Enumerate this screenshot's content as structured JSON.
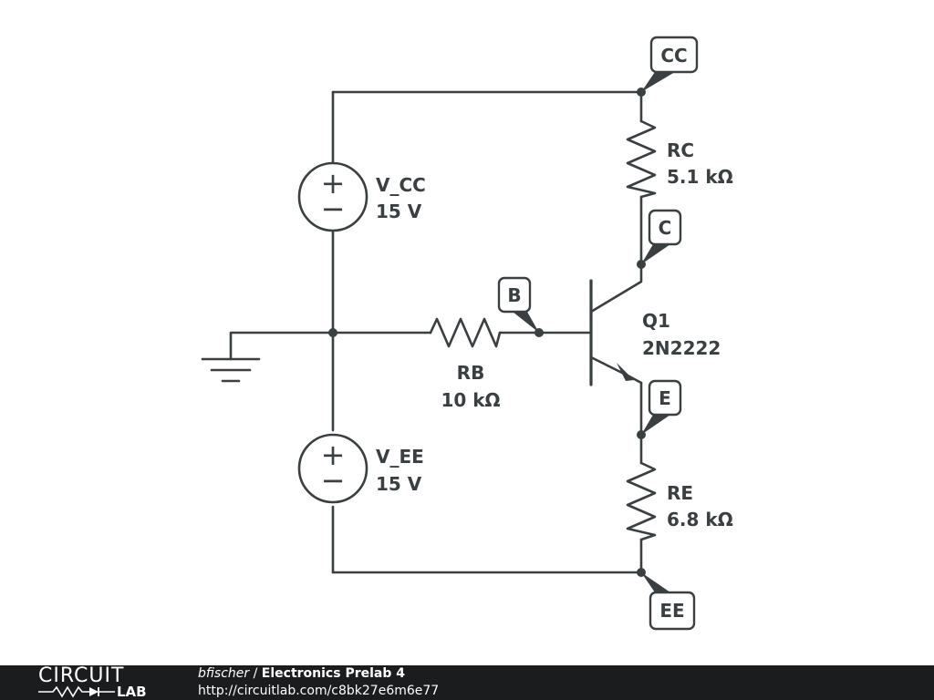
{
  "schematic": {
    "sources": {
      "vcc": {
        "name": "V_CC",
        "value": "15 V"
      },
      "vee": {
        "name": "V_EE",
        "value": "15 V"
      }
    },
    "resistors": {
      "rc": {
        "name": "RC",
        "value": "5.1 kΩ"
      },
      "rb": {
        "name": "RB",
        "value": "10 kΩ"
      },
      "re": {
        "name": "RE",
        "value": "6.8 kΩ"
      }
    },
    "transistor": {
      "name": "Q1",
      "part": "2N2222"
    },
    "net_tags": {
      "cc": "CC",
      "c": "C",
      "b": "B",
      "e": "E",
      "ee": "EE"
    },
    "symbols": {
      "plus": "+",
      "minus": "−"
    }
  },
  "footer": {
    "logo_top": "CIRCUIT",
    "logo_bottom": "LAB",
    "user": "bfischer",
    "separator": " / ",
    "title": "Electronics Prelab 4",
    "url": "http://circuitlab.com/c8bk27e6m6e77"
  },
  "colors": {
    "wire": "#3a3f41",
    "footer_bg": "#1a1c1e",
    "footer_text": "#ffffff"
  }
}
